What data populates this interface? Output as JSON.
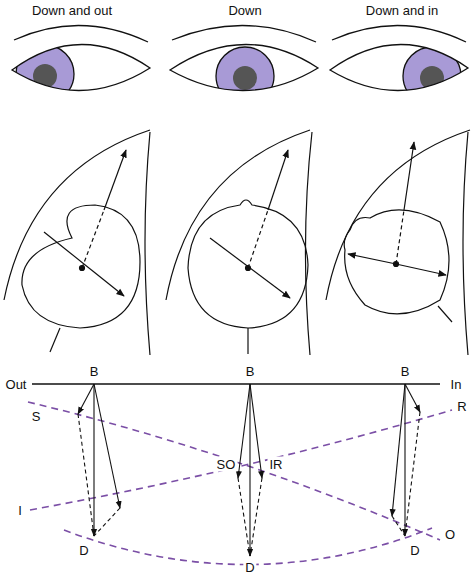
{
  "diagram": {
    "labels": [
      "Down and out",
      "Down",
      "Down and in",
      "Out",
      "B",
      "B",
      "B",
      "In",
      "S",
      "R",
      "SO",
      "IR",
      "I",
      "O",
      "D",
      "D",
      "D"
    ]
  }
}
